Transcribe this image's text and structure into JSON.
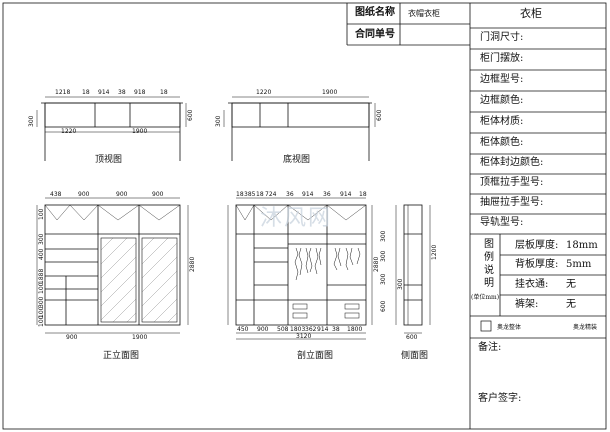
{
  "title_block": {
    "drawing_name_label": "图纸名称",
    "drawing_name_value": "衣帽衣柜",
    "product_title": "衣柜",
    "contract_no_label": "合同单号",
    "fields": [
      "门洞尺寸:",
      "柜门摆放:",
      "边框型号:",
      "边框颜色:",
      "柜体材质:",
      "柜体颜色:",
      "柜体封边颜色:",
      "顶框拉手型号:",
      "抽屉拉手型号:",
      "导轨型号:"
    ],
    "legend_label": "图例说明",
    "legend_unit": "(单位mm)",
    "legend_rows": [
      {
        "name": "层板厚度:",
        "value": "18mm"
      },
      {
        "name": "背板厚度:",
        "value": "5mm"
      },
      {
        "name": "挂衣通:",
        "value": "无"
      },
      {
        "name": "裤架:",
        "value": "无"
      }
    ],
    "logo_left": "奥龙整体",
    "logo_right": "奥龙精装",
    "remarks_label": "备注:",
    "customer_sign_label": "客户签字:"
  },
  "views": {
    "top_view": "顶视图",
    "bottom_view": "底视图",
    "front_elevation": "正立面图",
    "section_elevation": "剖立面图",
    "side_elevation": "侧面图"
  },
  "dimensions": {
    "top_view_top": [
      "1218",
      "18",
      "914",
      "38",
      "918",
      "18"
    ],
    "top_view_bottom": [
      "1220",
      "1900"
    ],
    "top_view_left": "300",
    "top_view_right": "600",
    "bottom_view_top": [
      "1220",
      "1900"
    ],
    "bottom_view_left": "300",
    "bottom_view_right": "600",
    "front_top": [
      "438",
      "900",
      "900",
      "900"
    ],
    "front_bottom": [
      "900",
      "1900"
    ],
    "front_left": [
      "100",
      "300",
      "400",
      "1888",
      "100",
      "300",
      "100",
      "100"
    ],
    "front_right": "2880",
    "section_top": [
      "18",
      "385",
      "18",
      "724",
      "36",
      "914",
      "36",
      "914",
      "18"
    ],
    "section_bottom_1": [
      "450",
      "900",
      "508",
      "1803",
      "362",
      "914",
      "38",
      "1800"
    ],
    "section_bottom_2": "3120",
    "section_right": [
      "2880",
      "300",
      "300",
      "300",
      "600"
    ],
    "side_bottom": "600",
    "side_right": "1200",
    "side_left": "300"
  },
  "watermark": "沐风网"
}
